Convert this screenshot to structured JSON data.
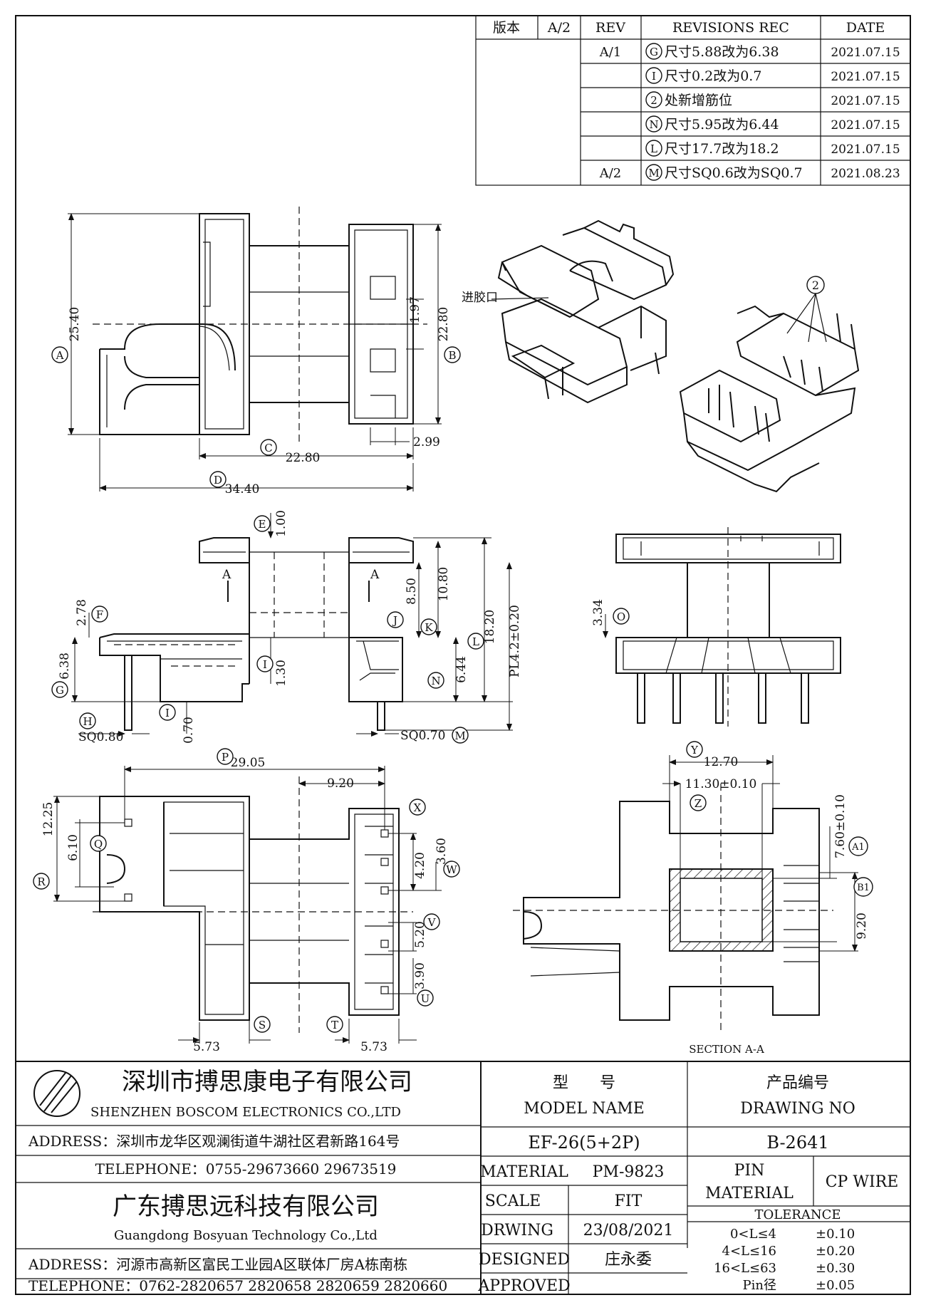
{
  "revision_table": {
    "version_label": "版本",
    "version_value": "A/2",
    "headers": {
      "rev": "REV",
      "revisions": "REVISIONS REC",
      "date": "DATE"
    },
    "rows": [
      {
        "rev": "A/1",
        "mark": "G",
        "text": "尺寸5.88改为6.38",
        "date": "2021.07.15"
      },
      {
        "rev": "",
        "mark": "I",
        "text": "尺寸0.2改为0.7",
        "date": "2021.07.15"
      },
      {
        "rev": "",
        "mark": "2",
        "text": "处新增筋位",
        "date": "2021.07.15"
      },
      {
        "rev": "",
        "mark": "N",
        "text": "尺寸5.95改为6.44",
        "date": "2021.07.15"
      },
      {
        "rev": "",
        "mark": "L",
        "text": "尺寸17.7改为18.2",
        "date": "2021.07.15"
      },
      {
        "rev": "A/2",
        "mark": "M",
        "text": "尺寸SQ0.6改为SQ0.7",
        "date": "2021.08.23"
      }
    ]
  },
  "top_view": {
    "A": "25.40",
    "B": "22.80",
    "C": "22.80",
    "D": "34.40",
    "dim_197": "1.97",
    "dim_299": "2.99",
    "markA": "A",
    "markB": "B",
    "markC": "C",
    "markD": "D"
  },
  "iso": {
    "inlet_label": "进胶口",
    "rib_mark": "2"
  },
  "side_view": {
    "E": "1.00",
    "F": "2.78",
    "G": "6.38",
    "H": "SQ0.80",
    "I": "0.70",
    "I2": "1.30",
    "J": "8.50",
    "K": "10.80",
    "L": "18.20",
    "M": "SQ0.70",
    "N": "6.44",
    "pl": "PL4.2±0.20",
    "section": "A",
    "markE": "E",
    "markF": "F",
    "markG": "G",
    "markH": "H",
    "markI": "I",
    "markJ": "J",
    "markK": "K",
    "markL": "L",
    "markM": "M",
    "markN": "N"
  },
  "front_view": {
    "O": "3.34",
    "markO": "O"
  },
  "bottom_view": {
    "P": "29.05",
    "dim_920": "9.20",
    "Q": "6.10",
    "R": "12.25",
    "X": "4.20",
    "W": "3.60",
    "V": "5.20",
    "U": "3.90",
    "S": "5.73",
    "T": "5.73",
    "markP": "P",
    "markQ": "Q",
    "markR": "R",
    "markS": "S",
    "markT": "T",
    "markU": "U",
    "markV": "V",
    "markW": "W",
    "markX": "X"
  },
  "section_view": {
    "Y": "12.70",
    "Z": "11.30±0.10",
    "A1": "7.60±0.10",
    "B1": "9.20",
    "label": "SECTION A-A",
    "markY": "Y",
    "markZ": "Z",
    "markA1": "A1",
    "markB1": "B1"
  },
  "title_block": {
    "company_cn": "深圳市搏思康电子有限公司",
    "company_en": "SHENZHEN BOSCOM ELECTRONICS CO.,LTD",
    "address1": "ADDRESS：深圳市龙华区观澜街道牛湖社区君新路164号",
    "telephone1": "TELEPHONE：0755-29673660 29673519",
    "company2_cn": "广东搏思远科技有限公司",
    "company2_en": "Guangdong Bosyuan Technology Co.,Ltd",
    "address2": "ADDRESS：河源市高新区富民工业园A区联体厂房A栋南栋",
    "telephone2": "TELEPHONE：0762-2820657 2820658 2820659 2820660",
    "model_label_cn": "型　　号",
    "model_label_en": "MODEL NAME",
    "drawing_no_label_cn": "产品编号",
    "drawing_no_label_en": "DRAWING NO",
    "model": "EF-26(5+2P)",
    "drawing_no": "B-2641",
    "material_label": "MATERIAL",
    "material": "PM-9823",
    "scale_label": "SCALE",
    "scale": "FIT",
    "drawing_label": "DRWING",
    "drawing_date": "23/08/2021",
    "designed_label": "DESIGNED",
    "designer": "庄永委",
    "approved_label": "APPROVED",
    "pin_material_label1": "PIN",
    "pin_material_label2": "MATERIAL",
    "pin_material": "CP WIRE",
    "tolerance_label": "TOLERANCE",
    "tolerances": [
      {
        "range": "0<L≤4",
        "value": "±0.10"
      },
      {
        "range": "4<L≤16",
        "value": "±0.20"
      },
      {
        "range": "16<L≤63",
        "value": "±0.30"
      },
      {
        "range": "Pin径",
        "value": "±0.05"
      }
    ]
  }
}
